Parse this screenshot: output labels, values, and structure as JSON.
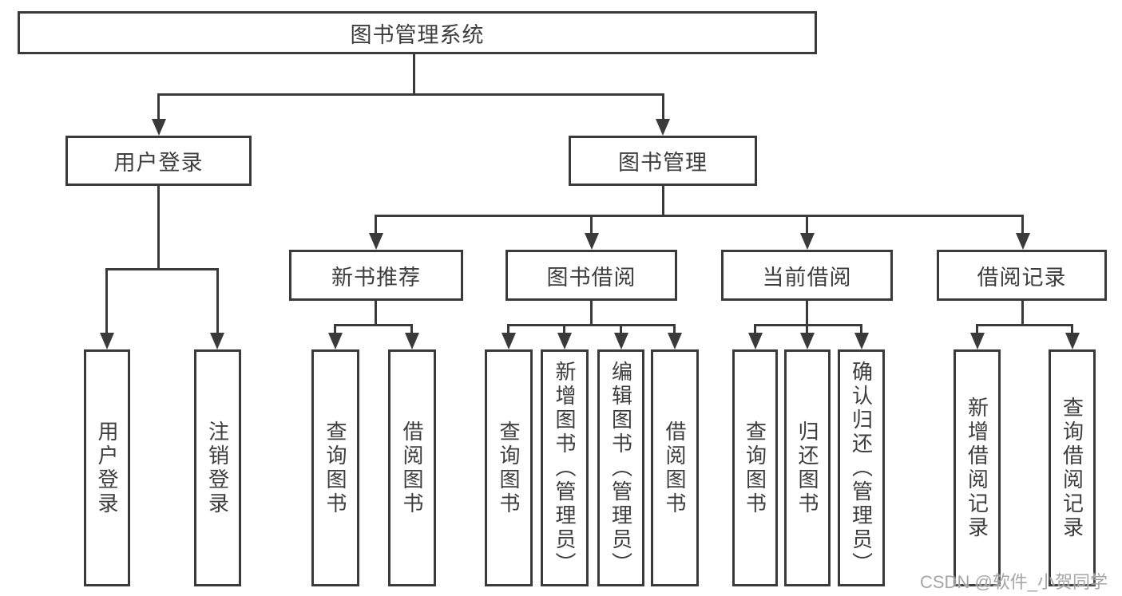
{
  "diagram": {
    "title": "图书管理系统",
    "level2": {
      "user_login": "用户登录",
      "book_management": "图书管理"
    },
    "level3": {
      "new_book_recommend": "新书推荐",
      "book_borrow": "图书借阅",
      "current_borrow": "当前借阅",
      "borrow_records": "借阅记录"
    },
    "leaves": {
      "user_login": [
        "用户登录",
        "注销登录"
      ],
      "new_book_recommend": [
        "查询图书",
        "借阅图书"
      ],
      "book_borrow": [
        "查询图书",
        "新增图书（管理员）",
        "编辑图书（管理员）",
        "借阅图书"
      ],
      "current_borrow": [
        "查询图书",
        "归还图书",
        "确认归还（管理员）"
      ],
      "borrow_records": [
        "新增借阅记录",
        "查询借阅记录"
      ]
    }
  },
  "watermark": "CSDN @软件_小贺同学",
  "colors": {
    "line": "#3a3a3a",
    "text": "#3d3d3d",
    "background": "#ffffff",
    "watermark": "#9e9e9e"
  }
}
